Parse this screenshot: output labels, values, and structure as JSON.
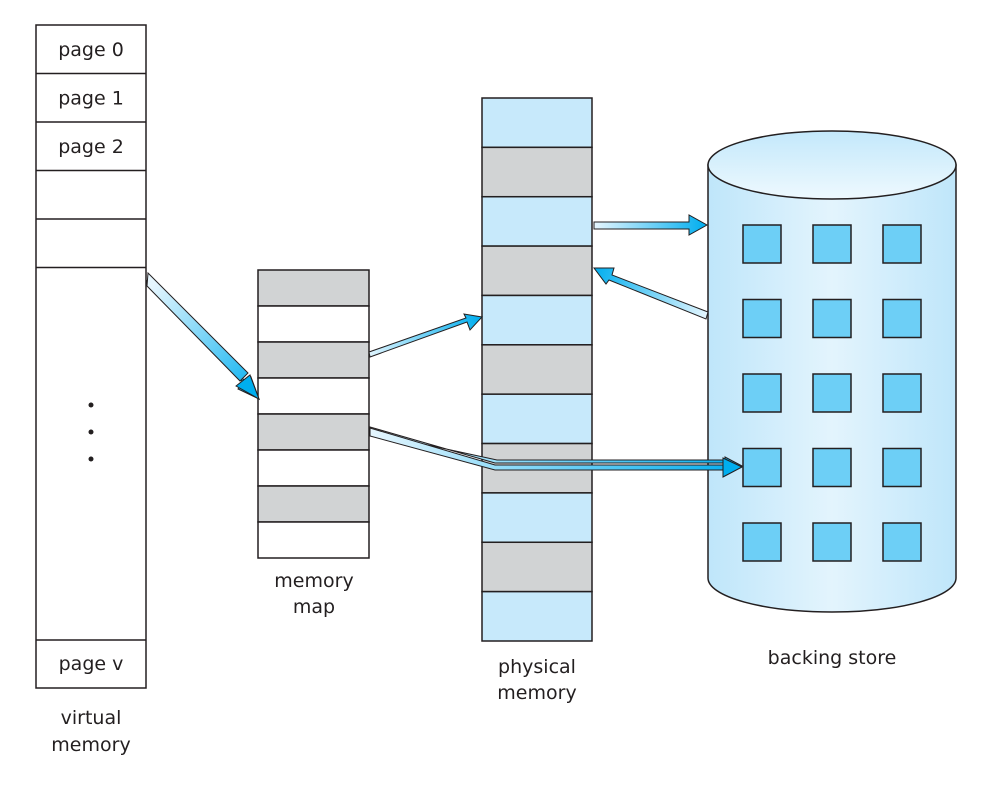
{
  "diagram": {
    "title": "Virtual memory larger than physical memory",
    "virtual_memory": {
      "label_line1": "virtual",
      "label_line2": "memory",
      "pages": [
        "page 0",
        "page 1",
        "page 2",
        "",
        ""
      ],
      "last_page": "page v",
      "ellipsis": "• • •"
    },
    "memory_map": {
      "label_line1": "memory",
      "label_line2": "map",
      "rows": [
        "mapped",
        "empty",
        "mapped",
        "empty",
        "mapped",
        "empty",
        "mapped",
        "empty"
      ]
    },
    "physical_memory": {
      "label_line1": "physical",
      "label_line2": "memory",
      "frames": [
        "free",
        "used",
        "free",
        "used",
        "free",
        "used",
        "free",
        "used",
        "free",
        "used",
        "free"
      ]
    },
    "backing_store": {
      "label": "backing store",
      "block_rows": 5,
      "block_cols": 3
    },
    "arrows": [
      {
        "from": "virtual_memory",
        "to": "memory_map"
      },
      {
        "from": "memory_map",
        "to": "physical_memory"
      },
      {
        "from": "memory_map",
        "to": "backing_store"
      },
      {
        "from": "physical_memory",
        "to": "backing_store"
      },
      {
        "from": "backing_store",
        "to": "physical_memory"
      }
    ],
    "colors": {
      "outline": "#231f20",
      "used_fill": "#d1d3d4",
      "free_fill": "#c7e9fb",
      "block_fill": "#6dcff6",
      "arrow_dark": "#00aeef",
      "arrow_light": "#e0f4fd"
    }
  }
}
